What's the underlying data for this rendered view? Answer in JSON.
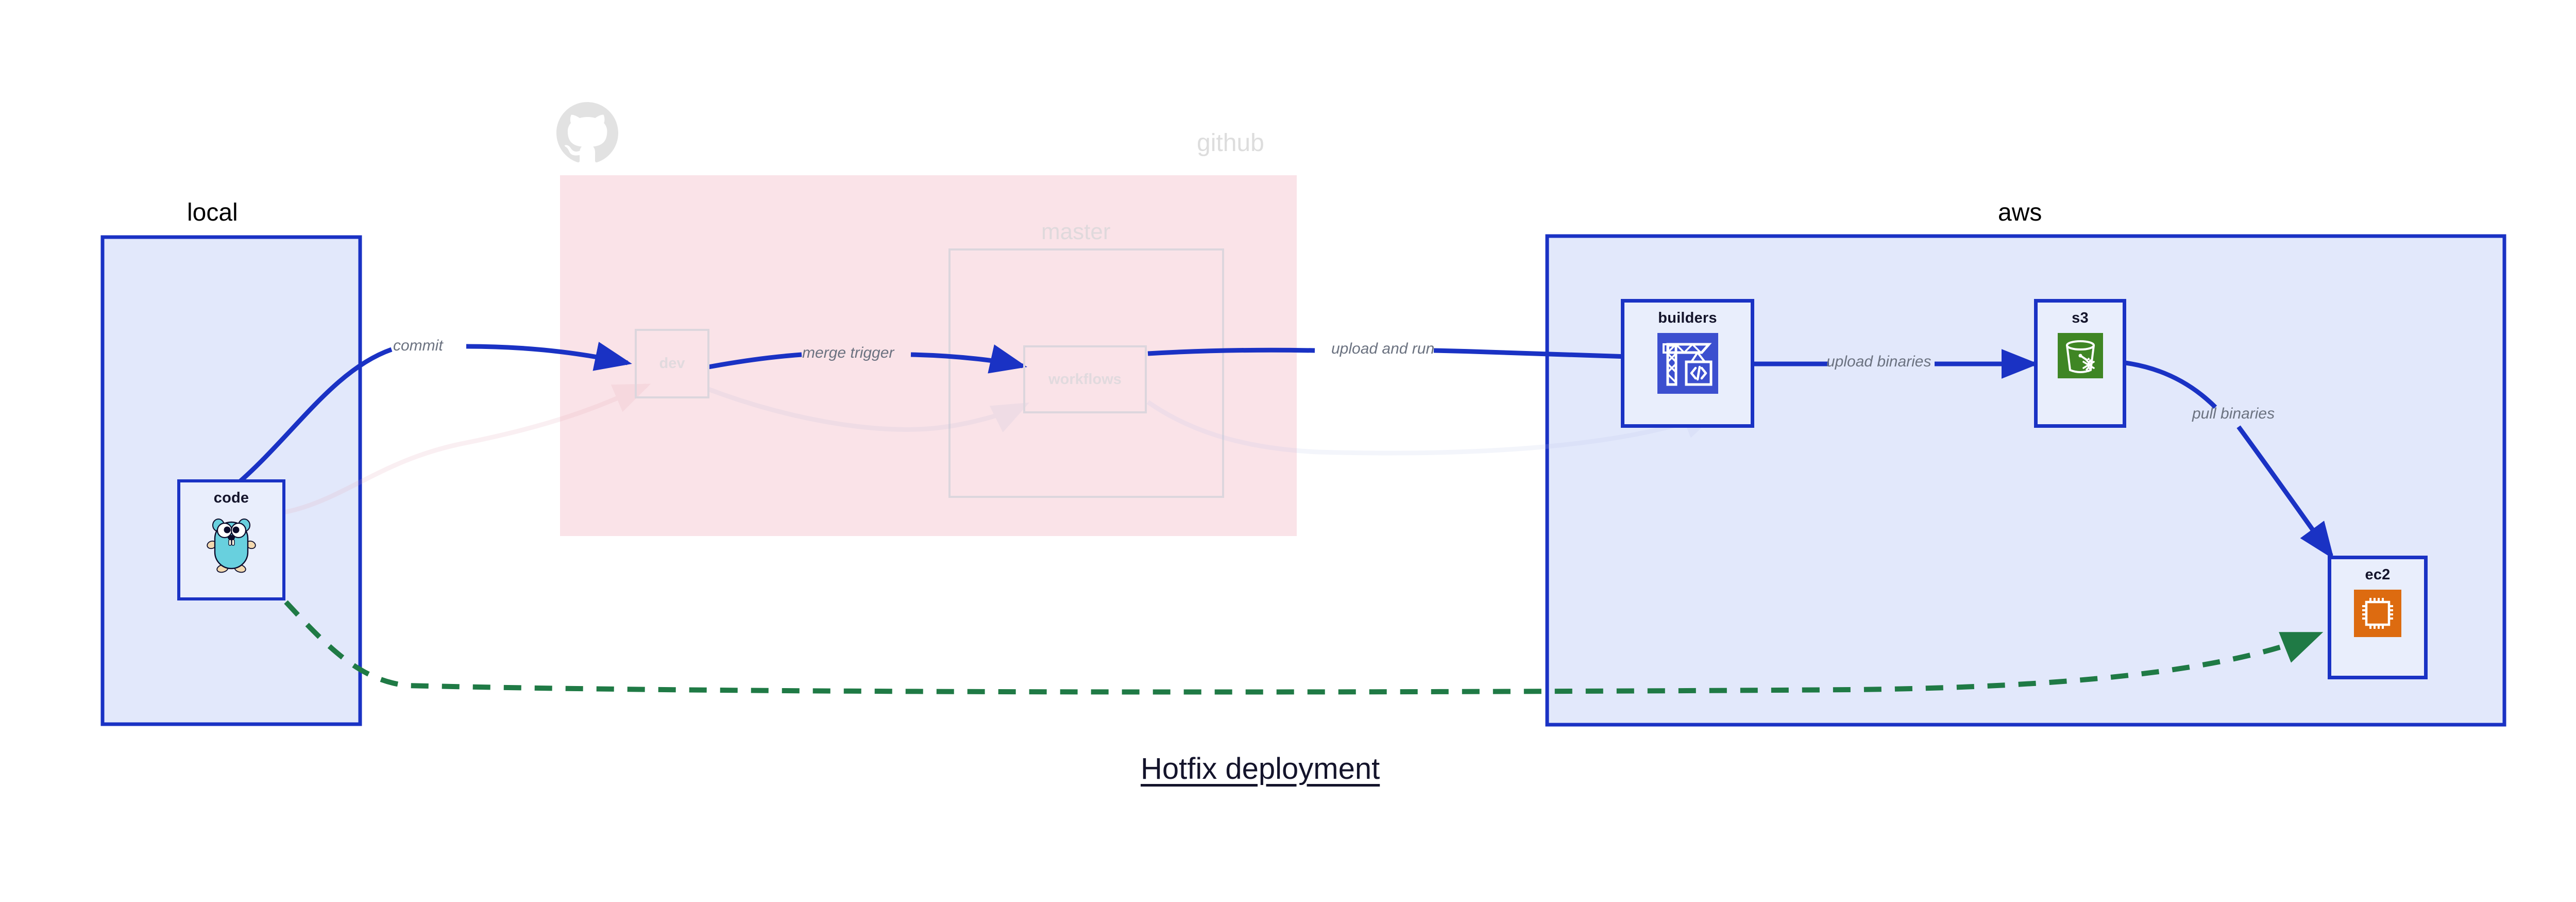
{
  "diagram": {
    "title": "Hotfix deployment",
    "colors": {
      "edge_blue": "#1a32c4",
      "edge_green": "#1f7a45",
      "local_fill": "#e2e8fb",
      "local_border": "#1a32c4",
      "github_fill": "#fae3e8",
      "aws_fill": "#e2e8fb",
      "aws_border": "#1a32c4",
      "node_fill": "#e9eefc",
      "label_gray": "#6b7280",
      "title_navy": "#14142b",
      "builders_icon_bg": "#3c4fcf",
      "s3_icon_bg": "#3f8624",
      "ec2_icon_bg": "#dd6b10",
      "gopher_body": "#68d0de",
      "faded_text": "#dcdcdc"
    }
  },
  "clusters": [
    {
      "id": "local",
      "label": "local",
      "label_color": "#14142b"
    },
    {
      "id": "github",
      "label": "github",
      "label_color": "#dddddd"
    },
    {
      "id": "aws",
      "label": "aws",
      "label_color": "#14142b"
    }
  ],
  "nodes": [
    {
      "id": "code",
      "label": "code",
      "icon": "go-gopher-icon",
      "cluster": "local",
      "faded": false
    },
    {
      "id": "dev",
      "label": "dev",
      "icon": "branch-icon",
      "cluster": "github",
      "faded": true
    },
    {
      "id": "master",
      "label": "master",
      "icon": "branch-icon",
      "cluster": "github",
      "faded": true
    },
    {
      "id": "workflows",
      "label": "workflows",
      "icon": "workflow-icon",
      "cluster": "github",
      "faded": true
    },
    {
      "id": "builders",
      "label": "builders",
      "icon": "codebuild-crane-icon",
      "cluster": "aws",
      "faded": false
    },
    {
      "id": "s3",
      "label": "s3",
      "icon": "s3-glacier-bucket-icon",
      "cluster": "aws",
      "faded": false
    },
    {
      "id": "ec2",
      "label": "ec2",
      "icon": "ec2-chip-icon",
      "cluster": "aws",
      "faded": false
    }
  ],
  "edges": [
    {
      "id": "e1",
      "from": "code",
      "to": "dev",
      "label": "commit",
      "style": "solid",
      "color": "#1a32c4",
      "faded": false
    },
    {
      "id": "e2",
      "from": "dev",
      "to": "workflows",
      "label": "merge trigger",
      "style": "solid",
      "color": "#1a32c4",
      "faded": false
    },
    {
      "id": "e3",
      "from": "workflows",
      "to": "builders",
      "label": "upload and run",
      "style": "solid",
      "color": "#1a32c4",
      "faded": false
    },
    {
      "id": "e4",
      "from": "builders",
      "to": "s3",
      "label": "upload binaries",
      "style": "solid",
      "color": "#1a32c4",
      "faded": false
    },
    {
      "id": "e5",
      "from": "s3",
      "to": "ec2",
      "label": "pull binaries",
      "style": "solid",
      "color": "#1a32c4",
      "faded": false
    },
    {
      "id": "e6",
      "from": "code",
      "to": "ec2",
      "label": "",
      "style": "dashed",
      "color": "#1f7a45",
      "faded": false
    },
    {
      "id": "e7",
      "from": "code",
      "to": "dev",
      "label": "",
      "style": "solid",
      "color": "#e4a3b0",
      "faded": true
    },
    {
      "id": "e8",
      "from": "dev",
      "to": "workflows",
      "label": "",
      "style": "solid",
      "color": "#b9b9d8",
      "faded": true
    },
    {
      "id": "e9",
      "from": "workflows",
      "to": "builders",
      "label": "",
      "style": "solid",
      "color": "#b9c3ea",
      "faded": true
    }
  ]
}
